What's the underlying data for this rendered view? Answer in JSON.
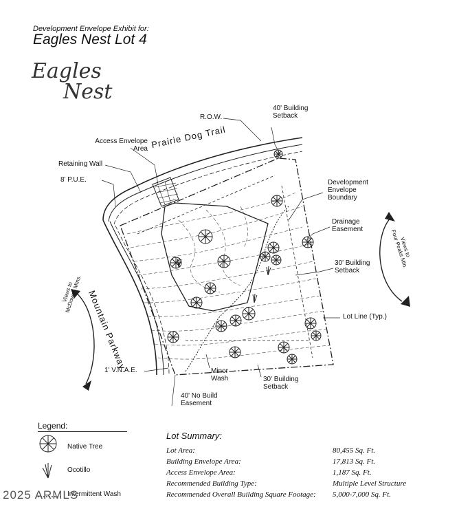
{
  "header": {
    "subtitle": "Development Envelope Exhibit for:",
    "title": "Eagles Nest Lot 4"
  },
  "logo": {
    "line1": "Eagles",
    "line2": "Nest"
  },
  "map_labels": {
    "row": "R.O.W.",
    "building_setback_top": "40' Building\nSetback",
    "access_envelope": "Access Envelope\nArea",
    "retaining_wall": "Retaining Wall",
    "pue": "8' P.U.E.",
    "prairie_dog_trail": "Prairie Dog Trail",
    "mountain_parkway": "Mountain Parkway",
    "dev_envelope_boundary": "Development\nEnvelope\nBoundary",
    "drainage_easement": "Drainage\nEasement",
    "building_setback_right": "30' Building\nSetback",
    "lot_line": "Lot Line (Typ.)",
    "vnae": "1' V.N.A.E.",
    "minor_wash": "Minor\nWash",
    "building_setback_bottom": "30' Building\nSetback",
    "no_build_easement": "40' No Build\nEasement",
    "views_four_peaks": "Views to\nFour Peaks Mtn.",
    "views_mcdowell": "Views to\nMcDowell Mtns."
  },
  "legend": {
    "title": "Legend:",
    "items": [
      {
        "label": "Native Tree",
        "icon": "native-tree-icon"
      },
      {
        "label": "Ocotillo",
        "icon": "ocotillo-icon"
      },
      {
        "label": "Intermittent Wash",
        "icon": "wash-line-icon"
      }
    ]
  },
  "lot_summary": {
    "title": "Lot Summary:",
    "rows": [
      {
        "key": "Lot Area:",
        "value": "80,455 Sq. Ft."
      },
      {
        "key": "Building Envelope Area:",
        "value": "17,813 Sq. Ft."
      },
      {
        "key": "Access Envelope Area:",
        "value": "1,187 Sq. Ft."
      },
      {
        "key": "Recommended Building Type:",
        "value": "Multiple Level Structure"
      },
      {
        "key": "Recommended Overall Building Square Footage:",
        "value": "5,000-7,000 Sq. Ft."
      }
    ]
  },
  "watermark": "2025 ARMLS"
}
